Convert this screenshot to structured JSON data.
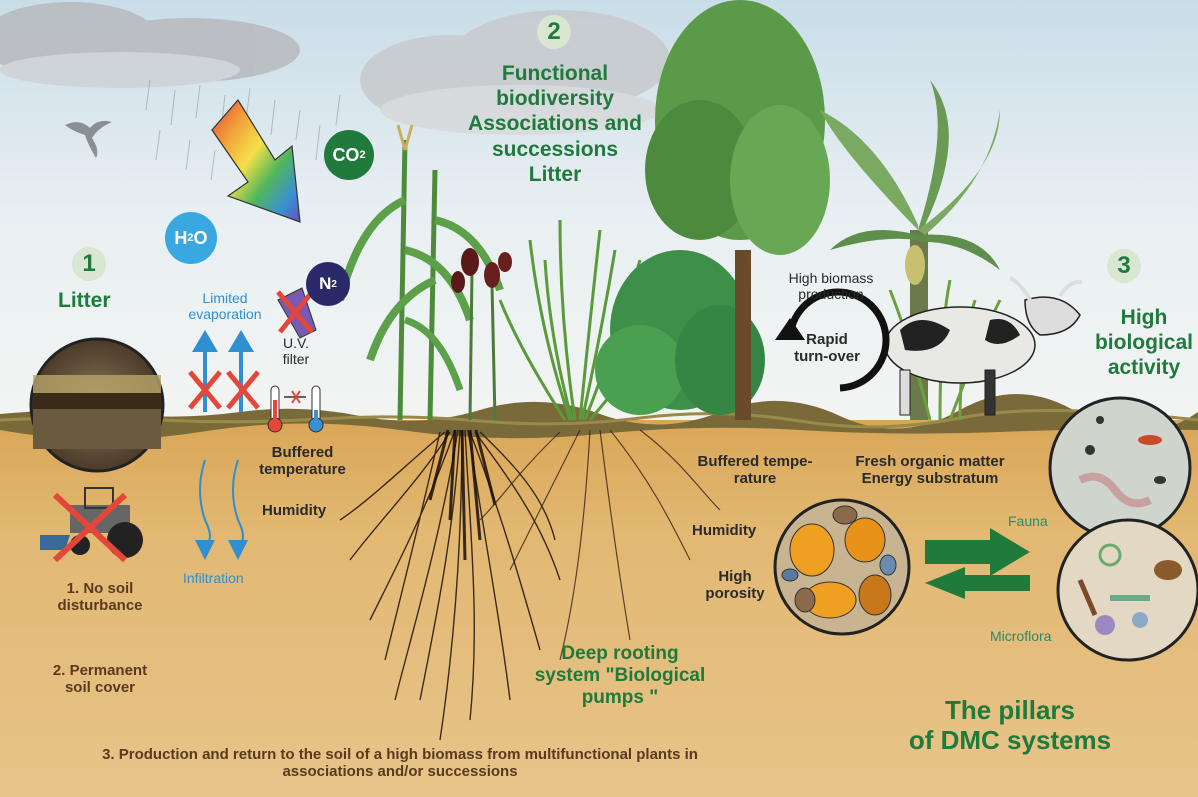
{
  "pillar1": {
    "number": "1",
    "title": "Litter"
  },
  "pillar2": {
    "number": "2",
    "title_lines": [
      "Functional",
      "biodiversity",
      "Associations and",
      "successions",
      "Litter"
    ]
  },
  "pillar3": {
    "number": "3",
    "title_lines": [
      "High",
      "biological",
      "activity"
    ]
  },
  "molecules": {
    "co2": "CO",
    "co2_sub": "2",
    "h2o_h": "H",
    "h2o_sub": "2",
    "h2o_o": "O",
    "n2": "N",
    "n2_sub": "2"
  },
  "left_labels": {
    "limited_evaporation": [
      "Limited",
      "evaporation"
    ],
    "uv_filter": [
      "U.V.",
      "filter"
    ],
    "buffered_temperature": [
      "Buffered",
      "temperature"
    ],
    "humidity": "Humidity",
    "infiltration": "Infiltration"
  },
  "principles": {
    "p1": [
      "1.  No soil",
      "disturbance"
    ],
    "p2": [
      "2. Permanent",
      "soil cover"
    ],
    "p3": [
      "3. Production and return to the soil of a high biomass from multifunctional plants in",
      "associations and/or successions"
    ]
  },
  "cycle": {
    "top": [
      "High biomass",
      "production"
    ],
    "center": [
      "Rapid",
      "turn-over"
    ]
  },
  "right_labels": {
    "buffered_temperature": [
      "Buffered tempe-",
      "rature"
    ],
    "fresh_organic": [
      "Fresh organic matter",
      "Energy substratum"
    ],
    "humidity": "Humidity",
    "high_porosity": [
      "High",
      "porosity"
    ],
    "fauna": "Fauna",
    "microflora": "Microflora"
  },
  "roots_label": [
    "Deep rooting",
    "system \"Biological",
    "pumps \""
  ],
  "footer_title": [
    "The pillars",
    "of DMC systems"
  ],
  "colors": {
    "accent_green": "#1f7a3c",
    "soil": "#dfb46a",
    "sky": "#dbe7ef",
    "water_blue": "#2f8fd0",
    "cross_red": "#e2473a"
  }
}
